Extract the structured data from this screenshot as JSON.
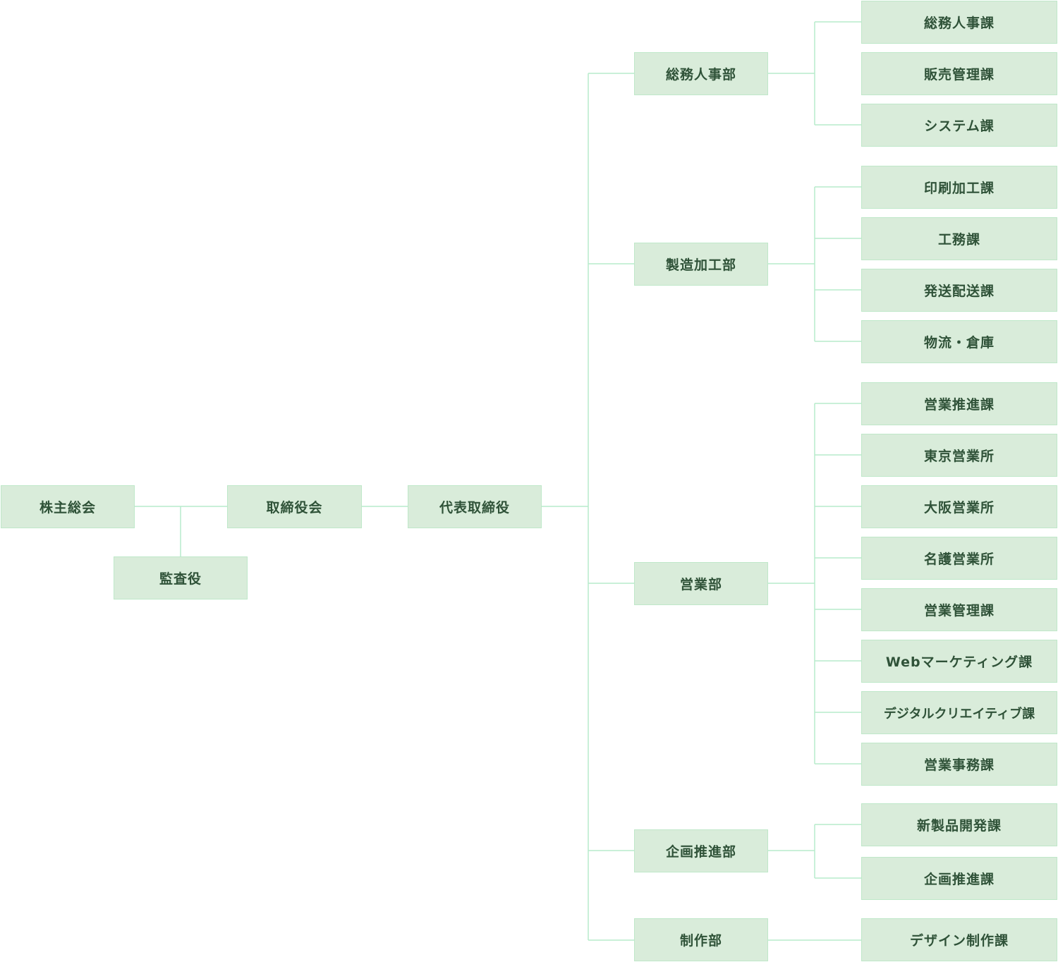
{
  "colors": {
    "box_fill": "#d9ecda",
    "box_border": "#bfe8c9",
    "line": "#b7ebcc",
    "text": "#2f5238"
  },
  "top": {
    "shareholders": "株主総会",
    "auditor": "監査役",
    "board": "取締役会",
    "ceo": "代表取締役"
  },
  "departments": [
    {
      "name": "総務人事部",
      "sections": [
        "総務人事課",
        "販売管理課",
        "システム課"
      ]
    },
    {
      "name": "製造加工部",
      "sections": [
        "印刷加工課",
        "工務課",
        "発送配送課",
        "物流・倉庫"
      ]
    },
    {
      "name": "営業部",
      "sections": [
        "営業推進課",
        "東京営業所",
        "大阪営業所",
        "名護営業所",
        "営業管理課",
        "Webマーケティング課",
        "デジタルクリエイティブ課",
        "営業事務課"
      ]
    },
    {
      "name": "企画推進部",
      "sections": [
        "新製品開発課",
        "企画推進課"
      ]
    },
    {
      "name": "制作部",
      "sections": [
        "デザイン制作課"
      ]
    }
  ]
}
